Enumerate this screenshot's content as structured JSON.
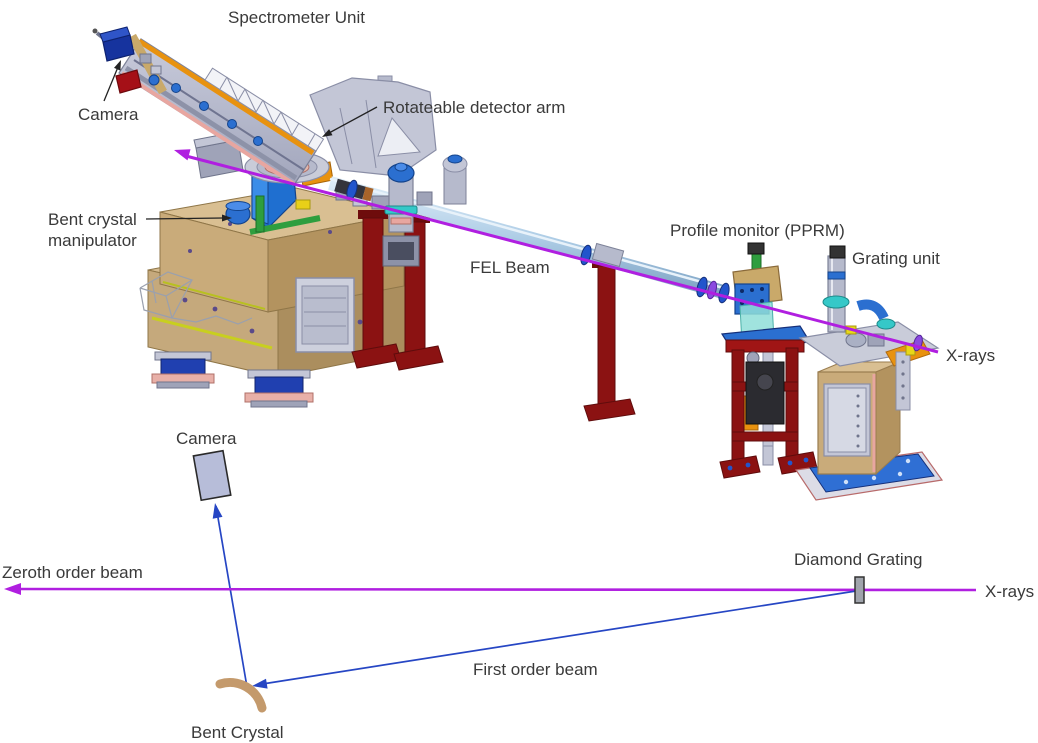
{
  "figure": {
    "background": "#ffffff"
  },
  "colors": {
    "beam_magenta": "#b01fe0",
    "beam_blue": "#2646c4",
    "label_text": "#3a3a3a",
    "granite_tan": "#c5a97c",
    "support_red": "#8b1212",
    "arm_gray": "#b6bacc",
    "component_blue": "#2b6fd0",
    "accent_orange": "#e8920f",
    "accent_green": "#2e9e3e",
    "accent_teal": "#35c8c8",
    "pipe_steel": "#aecde6",
    "crystal_tan": "#c49a6c",
    "camera_fill": "#b7bdd9",
    "grating_gray": "#a0a4ac"
  },
  "cad_view": {
    "title": "Spectrometer Unit",
    "labels": {
      "camera": "Camera",
      "detector_arm": "Rotateable detector arm",
      "bent_crystal_manipulator_line1": "Bent crystal",
      "bent_crystal_manipulator_line2": "manipulator",
      "fel_beam": "FEL Beam",
      "profile_monitor": "Profile monitor (PPRM)",
      "grating_unit": "Grating unit",
      "xrays": "X-rays"
    }
  },
  "schematic_view": {
    "labels": {
      "camera": "Camera",
      "zeroth_order_beam": "Zeroth order beam",
      "diamond_grating": "Diamond Grating",
      "xrays": "X-rays",
      "first_order_beam": "First order beam",
      "bent_crystal": "Bent Crystal"
    }
  }
}
